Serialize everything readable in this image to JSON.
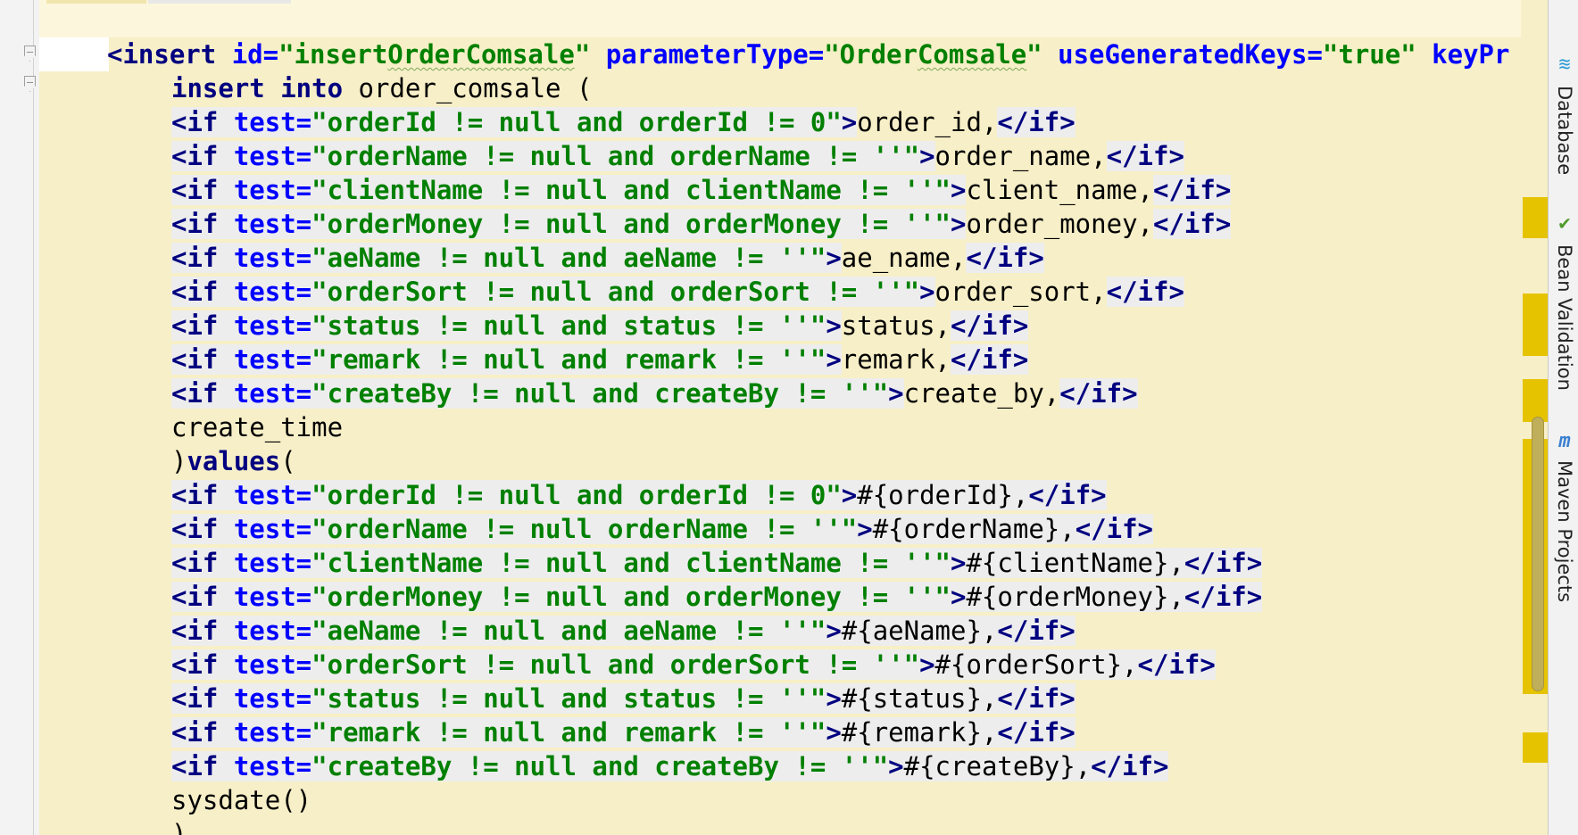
{
  "editor": {
    "lines": [
      {
        "text": "<insert id=\"insertOrderComsale\" parameterType=\"OrderComsale\" useGeneratedKeys=\"true\" keyPr"
      },
      {
        "text": "insert into order_comsale ("
      },
      {
        "text": "<if test=\"orderId != null and orderId != 0\">order_id,</if>"
      },
      {
        "text": "<if test=\"orderName != null and orderName != ''\">order_name,</if>"
      },
      {
        "text": "<if test=\"clientName != null and clientName != ''\">client_name,</if>"
      },
      {
        "text": "<if test=\"orderMoney != null and orderMoney != ''\">order_money,</if>"
      },
      {
        "text": "<if test=\"aeName != null and aeName != ''\">ae_name,</if>"
      },
      {
        "text": "<if test=\"orderSort != null and orderSort != ''\">order_sort,</if>"
      },
      {
        "text": "<if test=\"status != null and status != ''\">status,</if>"
      },
      {
        "text": "<if test=\"remark != null and remark != ''\">remark,</if>"
      },
      {
        "text": "<if test=\"createBy != null and createBy != ''\">create_by,</if>"
      },
      {
        "text": "create_time"
      },
      {
        "text": ")values("
      },
      {
        "text": "<if test=\"orderId != null and orderId != 0\">#{orderId},</if>"
      },
      {
        "text": "<if test=\"orderName != null orderName != ''\">#{orderName},</if>"
      },
      {
        "text": "<if test=\"clientName != null and clientName != ''\">#{clientName},</if>"
      },
      {
        "text": "<if test=\"orderMoney != null and orderMoney != ''\">#{orderMoney},</if>"
      },
      {
        "text": "<if test=\"aeName != null and aeName != ''\">#{aeName},</if>"
      },
      {
        "text": "<if test=\"orderSort != null and orderSort != ''\">#{orderSort},</if>"
      },
      {
        "text": "<if test=\"status != null and status != ''\">#{status},</if>"
      },
      {
        "text": "<if test=\"remark != null and remark != ''\">#{remark},</if>"
      },
      {
        "text": "<if test=\"createBy != null and createBy != ''\">#{createBy},</if>"
      },
      {
        "text": "sysdate()"
      },
      {
        "text": ")"
      }
    ]
  },
  "tool_windows": [
    {
      "label": "Database",
      "icon": "database-icon"
    },
    {
      "label": "Bean Validation",
      "icon": "bean-validation-icon"
    },
    {
      "label": "Maven Projects",
      "icon": "maven-icon"
    }
  ],
  "colors": {
    "editor_bg": "#f7efc7",
    "tag": "#000080",
    "attribute": "#0000ff",
    "attribute_value": "#008000",
    "marker": "#e6c300"
  }
}
